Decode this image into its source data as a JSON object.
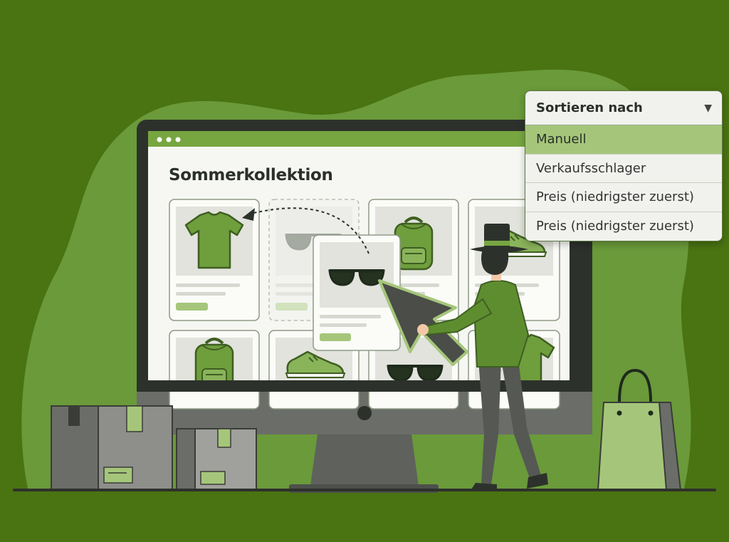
{
  "page": {
    "heading": "Sommerkollektion"
  },
  "sort_dropdown": {
    "label": "Sortieren nach",
    "options": [
      "Manuell",
      "Verkaufsschlager",
      "Preis (niedrigster zuerst)",
      "Preis (niedrigster zuerst)"
    ],
    "selected_index": 0
  },
  "products": [
    {
      "icon": "t-shirt-icon"
    },
    {
      "icon": "sunglasses-icon",
      "state": "drag-placeholder"
    },
    {
      "icon": "backpack-icon"
    },
    {
      "icon": "sneaker-icon"
    },
    {
      "icon": "backpack-icon"
    },
    {
      "icon": "sneaker-icon"
    },
    {
      "icon": "sunglasses-icon"
    },
    {
      "icon": "t-shirt-icon"
    }
  ],
  "dragged_product": {
    "icon": "sunglasses-icon"
  },
  "colors": {
    "background": "#4a7311",
    "blob": "#6a9a3a",
    "accent": "#77a640",
    "button": "#a5c67a",
    "selected_option": "#a5c67a"
  }
}
